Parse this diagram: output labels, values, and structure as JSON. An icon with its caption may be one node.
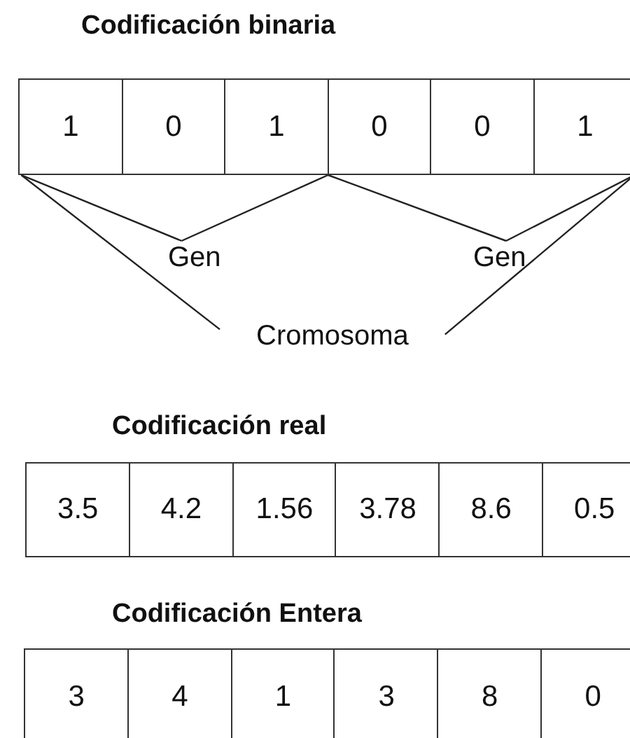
{
  "diagram": {
    "nodes": [
      {
        "text": [],
        "shape": "box"
      },
      {
        "text": [
          "Gen"
        ]
      },
      {
        "text": [
          "Gen"
        ]
      },
      {
        "text": [
          "Cromosoma"
        ]
      }
    ],
    "edges": [
      {
        "from": 1,
        "to": 0,
        "arrow": "none"
      },
      {
        "from": 1,
        "to": 0,
        "arrow": "none"
      },
      {
        "from": 2,
        "to": 0,
        "arrow": "none"
      },
      {
        "from": 2,
        "to": 0,
        "arrow": "none"
      },
      {
        "from": 3,
        "to": 0,
        "arrow": "none"
      },
      {
        "from": 3,
        "to": 0,
        "arrow": "none"
      }
    ],
    "labels": [
      "Codificación binaria",
      "1",
      "0",
      "1",
      "0",
      "0",
      "1",
      "Codificación real",
      "3.5",
      "4.2",
      "1.56",
      "3.78",
      "8.6",
      "0.5",
      "Codificación Entera",
      "3",
      "4",
      "1",
      "3",
      "8",
      "0"
    ]
  }
}
